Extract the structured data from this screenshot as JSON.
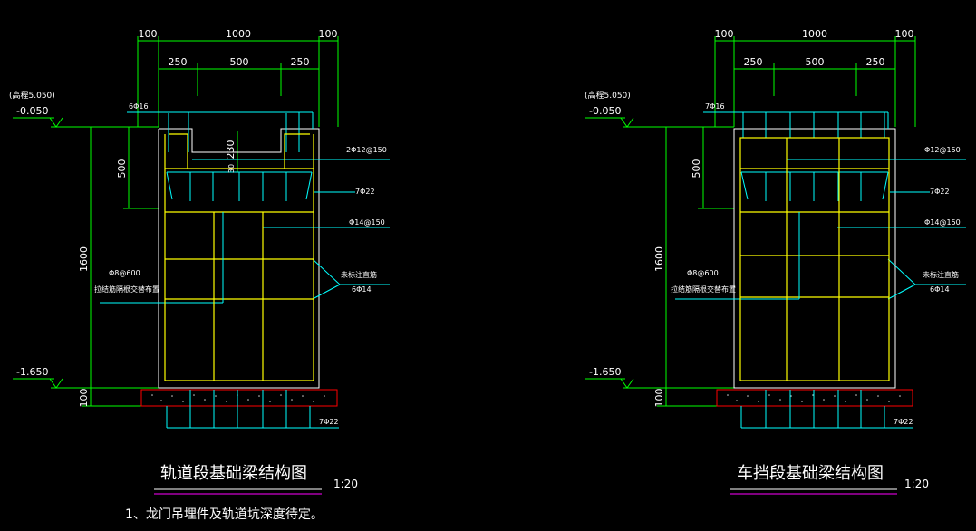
{
  "colors": {
    "background": "#000000",
    "dimension_line": "#00ff00",
    "rebar_main": "#ffff00",
    "rebar_stirrup": "#00ffff",
    "concrete_outline": "#ffffff",
    "cushion_outline": "#ff0000",
    "leader_line": "#00ffff",
    "title_underline": "#ff00ff"
  },
  "left": {
    "title": "轨道段基础梁结构图",
    "scale": "1:20",
    "dims": {
      "top_total": [
        "100",
        "1000",
        "100"
      ],
      "top_inner": [
        "250",
        "500",
        "250"
      ],
      "left_500": "500",
      "left_1600": "1600",
      "left_100": "100",
      "notch_230": "230",
      "notch_30": "30"
    },
    "elevations": {
      "top_note": "(高程5.050)",
      "top": "-0.050",
      "bottom": "-1.650"
    },
    "labels": {
      "top_bar": "6Φ16",
      "r1": "2Φ12@150",
      "r2": "7Φ22",
      "r3": "Φ14@150",
      "waist_note": "未标注直筋",
      "waist_bar": "6Φ14",
      "left_bar": "Φ8@600",
      "left_note": "拉结筋隔根交替布置",
      "bottom_bar": "7Φ22"
    }
  },
  "right": {
    "title": "车挡段基础梁结构图",
    "scale": "1:20",
    "dims": {
      "top_total": [
        "100",
        "1000",
        "100"
      ],
      "top_inner": [
        "250",
        "500",
        "250"
      ],
      "left_500": "500",
      "left_1600": "1600",
      "left_100": "100"
    },
    "elevations": {
      "top_note": "(高程5.050)",
      "top": "-0.050",
      "bottom": "-1.650"
    },
    "labels": {
      "top_bar": "7Φ16",
      "r1": "Φ12@150",
      "r2": "7Φ22",
      "r3": "Φ14@150",
      "waist_note": "未标注直筋",
      "waist_bar": "6Φ14",
      "left_bar": "Φ8@600",
      "left_note": "拉结筋隔根交替布置",
      "bottom_bar": "7Φ22"
    }
  },
  "note": "1、龙门吊埋件及轨道坑深度待定。"
}
